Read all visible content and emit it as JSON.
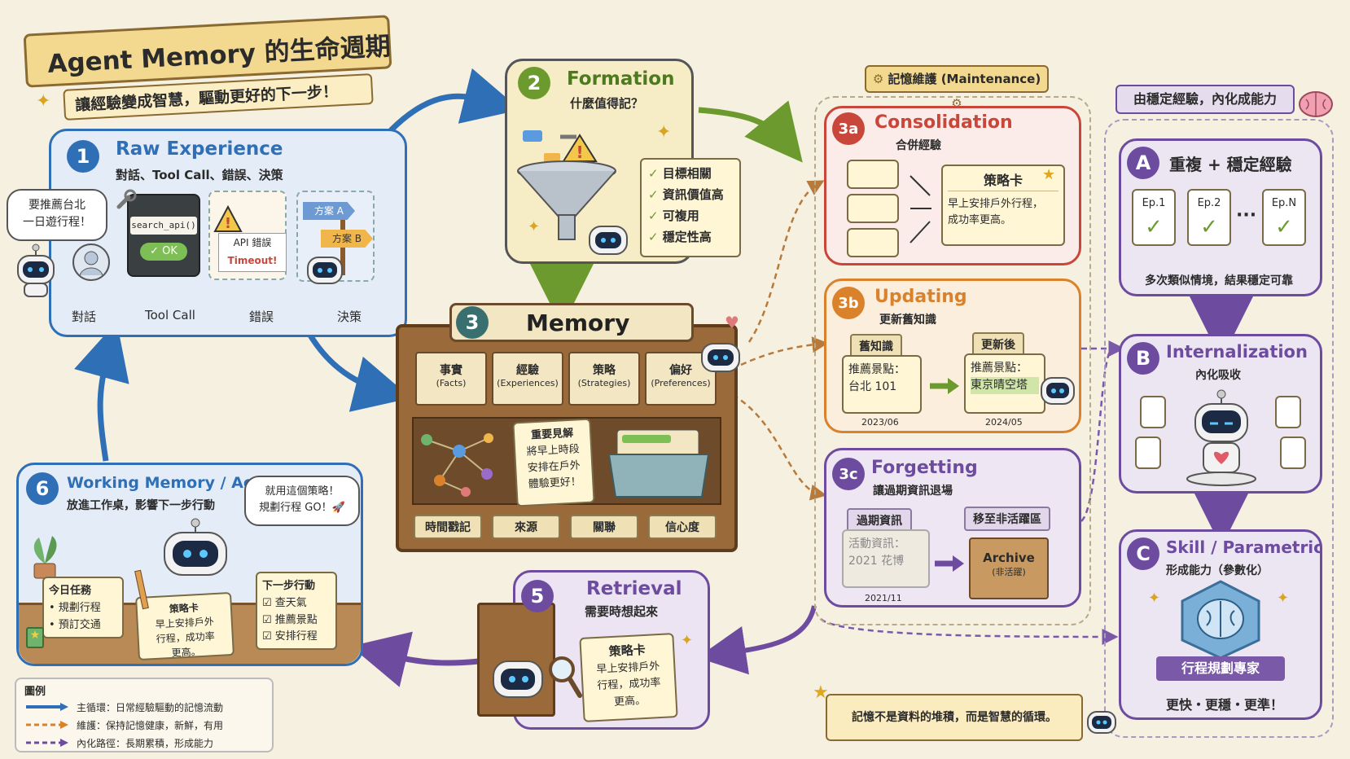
{
  "title": "Agent Memory 的生命週期",
  "subtitle": "讓經驗變成智慧，驅動更好的下一步！",
  "raw": {
    "num": "1",
    "title": "Raw Experience",
    "sub": "對話、Tool Call、錯誤、決策",
    "bubble_line1": "要推薦台北",
    "bubble_line2": "一日遊行程！",
    "tool_code": "search_api()",
    "tool_ok": "OK",
    "error_line1": "API 錯誤",
    "error_line2": "Timeout!",
    "plan_a": "方案 A",
    "plan_b": "方案 B",
    "labels": [
      "對話",
      "Tool Call",
      "錯誤",
      "決策"
    ]
  },
  "formation": {
    "num": "2",
    "title": "Formation",
    "sub": "什麼值得記？",
    "checks": [
      "目標相關",
      "資訊價值高",
      "可複用",
      "穩定性高"
    ]
  },
  "maintenance_banner": "記憶維護 (Maintenance)",
  "consolidation": {
    "num": "3a",
    "title": "Consolidation",
    "sub": "合併經驗",
    "card_title": "策略卡",
    "card_line1": "早上安排戶外行程，",
    "card_line2": "成功率更高。"
  },
  "updating": {
    "num": "3b",
    "title": "Updating",
    "sub": "更新舊知識",
    "old_label": "舊知識",
    "old_line1": "推薦景點：",
    "old_line2": "台北 101",
    "old_date": "2023/06",
    "new_label": "更新後",
    "new_line1": "推薦景點：",
    "new_line2": "東京晴空塔",
    "new_date": "2024/05"
  },
  "forgetting": {
    "num": "3c",
    "title": "Forgetting",
    "sub": "讓過期資訊退場",
    "expired_label": "過期資訊",
    "expired_line1": "活動資訊：",
    "expired_line2": "2021 花博",
    "expired_date": "2021/11",
    "move_label": "移至非活躍區",
    "archive_line1": "Archive",
    "archive_line2": "(非活躍)"
  },
  "memory": {
    "num": "3",
    "title": "Memory",
    "drawers": [
      {
        "zh": "事實",
        "en": "(Facts)"
      },
      {
        "zh": "經驗",
        "en": "(Experiences)"
      },
      {
        "zh": "策略",
        "en": "(Strategies)"
      },
      {
        "zh": "偏好",
        "en": "(Preferences)"
      }
    ],
    "insight_title": "重要見解",
    "insight_line1": "將早上時段",
    "insight_line2": "安排在戶外",
    "insight_line3": "體驗更好！",
    "bottom_tags": [
      "時間戳記",
      "來源",
      "關聯",
      "信心度"
    ]
  },
  "retrieval": {
    "num": "5",
    "title": "Retrieval",
    "sub": "需要時想起來",
    "card_title": "策略卡",
    "card_line1": "早上安排戶外",
    "card_line2": "行程，成功率",
    "card_line3": "更高。"
  },
  "working": {
    "num": "6",
    "title": "Working Memory / Action",
    "sub": "放進工作桌，影響下一步行動",
    "bubble_line1": "就用這個策略！",
    "bubble_line2": "規劃行程 GO！🚀",
    "today_title": "今日任務",
    "today_items": [
      "• 規劃行程",
      "• 預訂交通"
    ],
    "card_title": "策略卡",
    "card_line1": "早上安排戶外",
    "card_line2": "行程，成功率",
    "card_line3": "更高。",
    "next_title": "下一步行動",
    "next_items": [
      "☑ 查天氣",
      "☑ 推薦景點",
      "☑ 安排行程"
    ]
  },
  "internal_banner": "由穩定經驗，內化成能力",
  "stable": {
    "num": "A",
    "title": "重複 + 穩定經驗",
    "eps": [
      "Ep.1",
      "Ep.2",
      "Ep.N"
    ],
    "dots": "···",
    "caption": "多次類似情境，結果穩定可靠"
  },
  "internalization": {
    "num": "B",
    "title": "Internalization",
    "sub": "內化吸收"
  },
  "skill": {
    "num": "C",
    "title": "Skill / Parametric",
    "sub": "形成能力（參數化）",
    "ribbon": "行程規劃專家",
    "caption": "更快・更穩・更準！"
  },
  "legend": {
    "title": "圖例",
    "items": [
      "主循環：日常經驗驅動的記憶流動",
      "維護：保持記憶健康，新鮮，有用",
      "內化路徑：長期累積，形成能力"
    ]
  },
  "quote": "記憶不是資料的堆積，而是智慧的循環。",
  "colors": {
    "blue": "#2f6fb6",
    "green": "#6c9a2f",
    "red": "#c8473a",
    "orange": "#d9822b",
    "purple": "#6d4ca0",
    "wood": "#8a5a2b"
  }
}
